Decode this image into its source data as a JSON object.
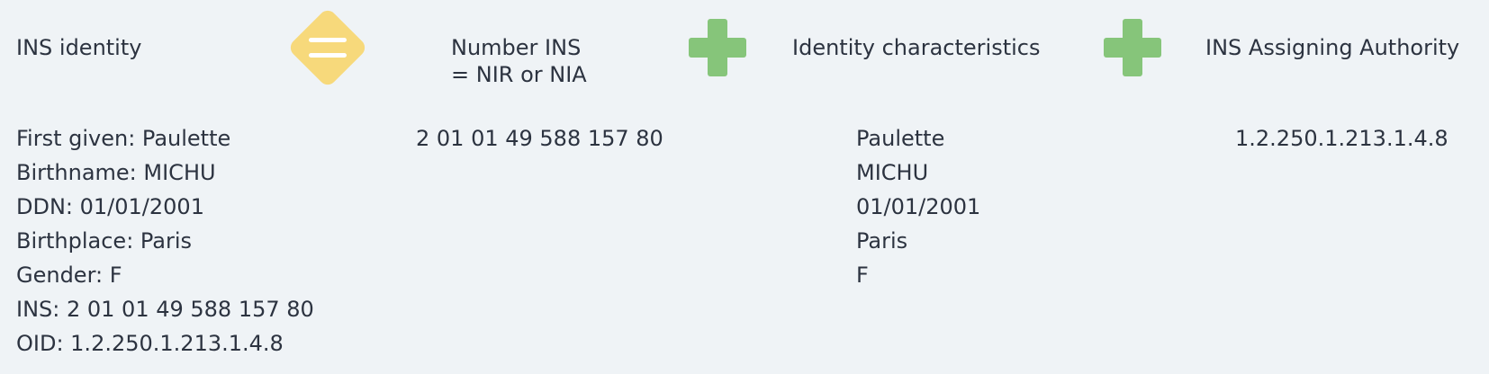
{
  "equation": {
    "term1": "INS identity",
    "operator_equals_icon": "equals-icon",
    "term2_line1": "Number INS",
    "term2_line2": "= NIR or NIA",
    "operator_plus_icon": "plus-icon",
    "term3": "Identity characteristics",
    "term4": "INS Assigning Authority"
  },
  "colors": {
    "background": "#eff3f6",
    "equals_diamond": "#f7d97b",
    "plus_sign": "#86c57a",
    "text": "#2c3340"
  },
  "identity_details": [
    "First given: Paulette",
    "Birthname: MICHU",
    "DDN: 01/01/2001",
    "Birthplace: Paris",
    "Gender: F",
    "INS: 2 01 01 49 588 157 80",
    "OID: 1.2.250.1.213.1.4.8"
  ],
  "ins_number": "2 01 01 49 588 157 80",
  "characteristics": [
    "Paulette",
    "MICHU",
    "01/01/2001",
    "Paris",
    "F"
  ],
  "authority_oid": "1.2.250.1.213.1.4.8"
}
